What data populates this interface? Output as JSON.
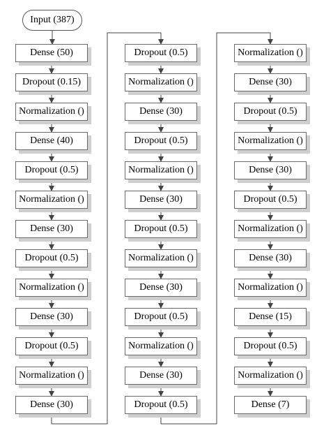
{
  "input_node": "Input (387)",
  "columns": [
    {
      "layers": [
        "Dense (50)",
        "Dropout (0.15)",
        "Normalization ()",
        "Dense (40)",
        "Dropout (0.5)",
        "Normalization ()",
        "Dense (30)",
        "Dropout (0.5)",
        "Normalization ()",
        "Dense (30)",
        "Dropout (0.5)",
        "Normalization ()",
        "Dense (30)"
      ]
    },
    {
      "layers": [
        "Dropout (0.5)",
        "Normalization ()",
        "Dense (30)",
        "Dropout (0.5)",
        "Normalization ()",
        "Dense (30)",
        "Dropout (0.5)",
        "Normalization ()",
        "Dense (30)",
        "Dropout (0.5)",
        "Normalization ()",
        "Dense (30)",
        "Dropout (0.5)"
      ]
    },
    {
      "layers": [
        "Normalization ()",
        "Dense (30)",
        "Dropout (0.5)",
        "Normalization ()",
        "Dense (30)",
        "Dropout (0.5)",
        "Normalization ()",
        "Dense (30)",
        "Normalization ()",
        "Dense (15)",
        "Dropout (0.5)",
        "Normalization ()",
        "Dense (7)"
      ]
    }
  ]
}
